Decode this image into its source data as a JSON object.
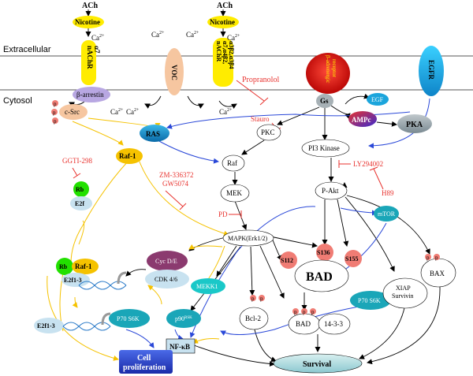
{
  "regions": {
    "extracellular": "Extracellular",
    "cytosol": "Cytosol"
  },
  "ligands": {
    "ach1": "ACh",
    "nicotine1": "Nicotine",
    "ach2": "ACh",
    "nicotine2": "Nicotine"
  },
  "receptors": {
    "nachr_a7_l1": "nAChR",
    "nachr_a7_l2": "α7",
    "voc": "VOC",
    "nachr2_l1": "nAChR",
    "nachr2_l2": "α7,α4β2,",
    "nachr2_l3": "α3β2,α3β4",
    "beta_adr_l1": "β-adrenergic",
    "beta_adr_l2": "receptor",
    "egfr": "EGFR"
  },
  "ions": {
    "ca": "Ca",
    "sup": "2+"
  },
  "nodes": {
    "beta_arrestin": "β-arrestin",
    "csrc": "c-Src",
    "gs": "Gs",
    "egf": "EGF",
    "ampc": "AMPc",
    "pka": "PKA",
    "pkc": "PKC",
    "ras": "RAS",
    "raf": "Raf",
    "raf1": "Raf-1",
    "rb": "Rb",
    "e2f": "E2f",
    "mek": "MEK",
    "pi3k": "PI3 Kinase",
    "pakt": "P-Akt",
    "mtor": "mTOR",
    "mapk": "MAPK(Erk1/2)",
    "s112": "S112",
    "s136": "S136",
    "s155": "S155",
    "bad": "BAD",
    "bax": "BAX",
    "cycde": "Cyc D/E",
    "cdk": "CDK 4/6",
    "mekk1": "MEKK1",
    "rb2": "Rb",
    "raf1b": "Raf-1",
    "e2f13a": "E2f1-3",
    "e2f13b": "E2f1-3",
    "p70_l": "P70 S6K",
    "p70_r": "P70 S6K",
    "p90": "p90",
    "p90sup": "RSK",
    "bcl2": "Bcl-2",
    "nfkb": "NF-κB",
    "bad2": "BAD",
    "p1433": "14-3-3",
    "xiap": "XIAP",
    "survivin": "Survivin",
    "cellprolif_l1": "Cell",
    "cellprolif_l2": "proliferation",
    "survival": "Survival",
    "p": "p"
  },
  "inhibitors": {
    "propranolol": "Propranolol",
    "stauro": "Stauro",
    "ggti": "GGTI-298",
    "zm": "ZM-336372",
    "gw": "GW5074",
    "ly": "LY294002",
    "h89": "H89",
    "pd": "PD"
  },
  "colors": {
    "yellow": "#ffec00",
    "orange": "#f5c200",
    "cyan": "#1ba5dc",
    "teal": "#1aa6b8",
    "red": "#e8322e",
    "green": "#22e000",
    "salmon": "#f07c74",
    "lavender": "#b8a7e2",
    "peach": "#f6c6a0",
    "grey": "#a7b1b6",
    "lightblue": "#c8e2f0",
    "blue": "#2a48d8",
    "plum": "#8b3a6f"
  }
}
